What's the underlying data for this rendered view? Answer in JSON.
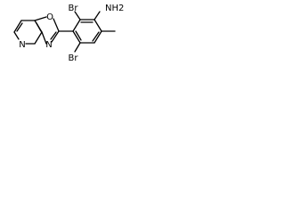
{
  "molecule": {
    "atoms": {
      "br_top": "Br",
      "nh2": "NH2",
      "br_bottom": "Br",
      "ring_o": "O",
      "ring_n_oxazole": "N",
      "ring_n_pyridine": "N"
    }
  }
}
